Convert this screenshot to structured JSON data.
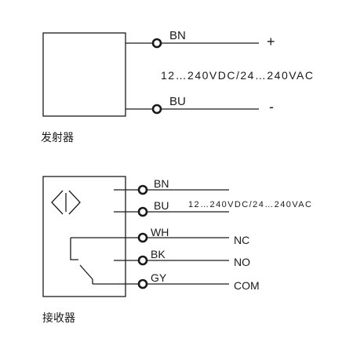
{
  "colors": {
    "line": "#1a1a1a",
    "background": "#ffffff"
  },
  "emitter": {
    "label": "发射器",
    "supply": "12…240VDC/24…240VAC",
    "wires": [
      {
        "name": "BN",
        "polarity": "+"
      },
      {
        "name": "BU",
        "polarity": "-"
      }
    ]
  },
  "receiver": {
    "label": "接收器",
    "icon": "photoelectric-receiver-icon",
    "supply": "12…240VDC/24…240VAC",
    "wires": [
      {
        "name": "BN"
      },
      {
        "name": "BU"
      },
      {
        "name": "WH",
        "contact": "NC"
      },
      {
        "name": "BK",
        "contact": "NO"
      },
      {
        "name": "GY",
        "contact": "COM"
      }
    ]
  }
}
